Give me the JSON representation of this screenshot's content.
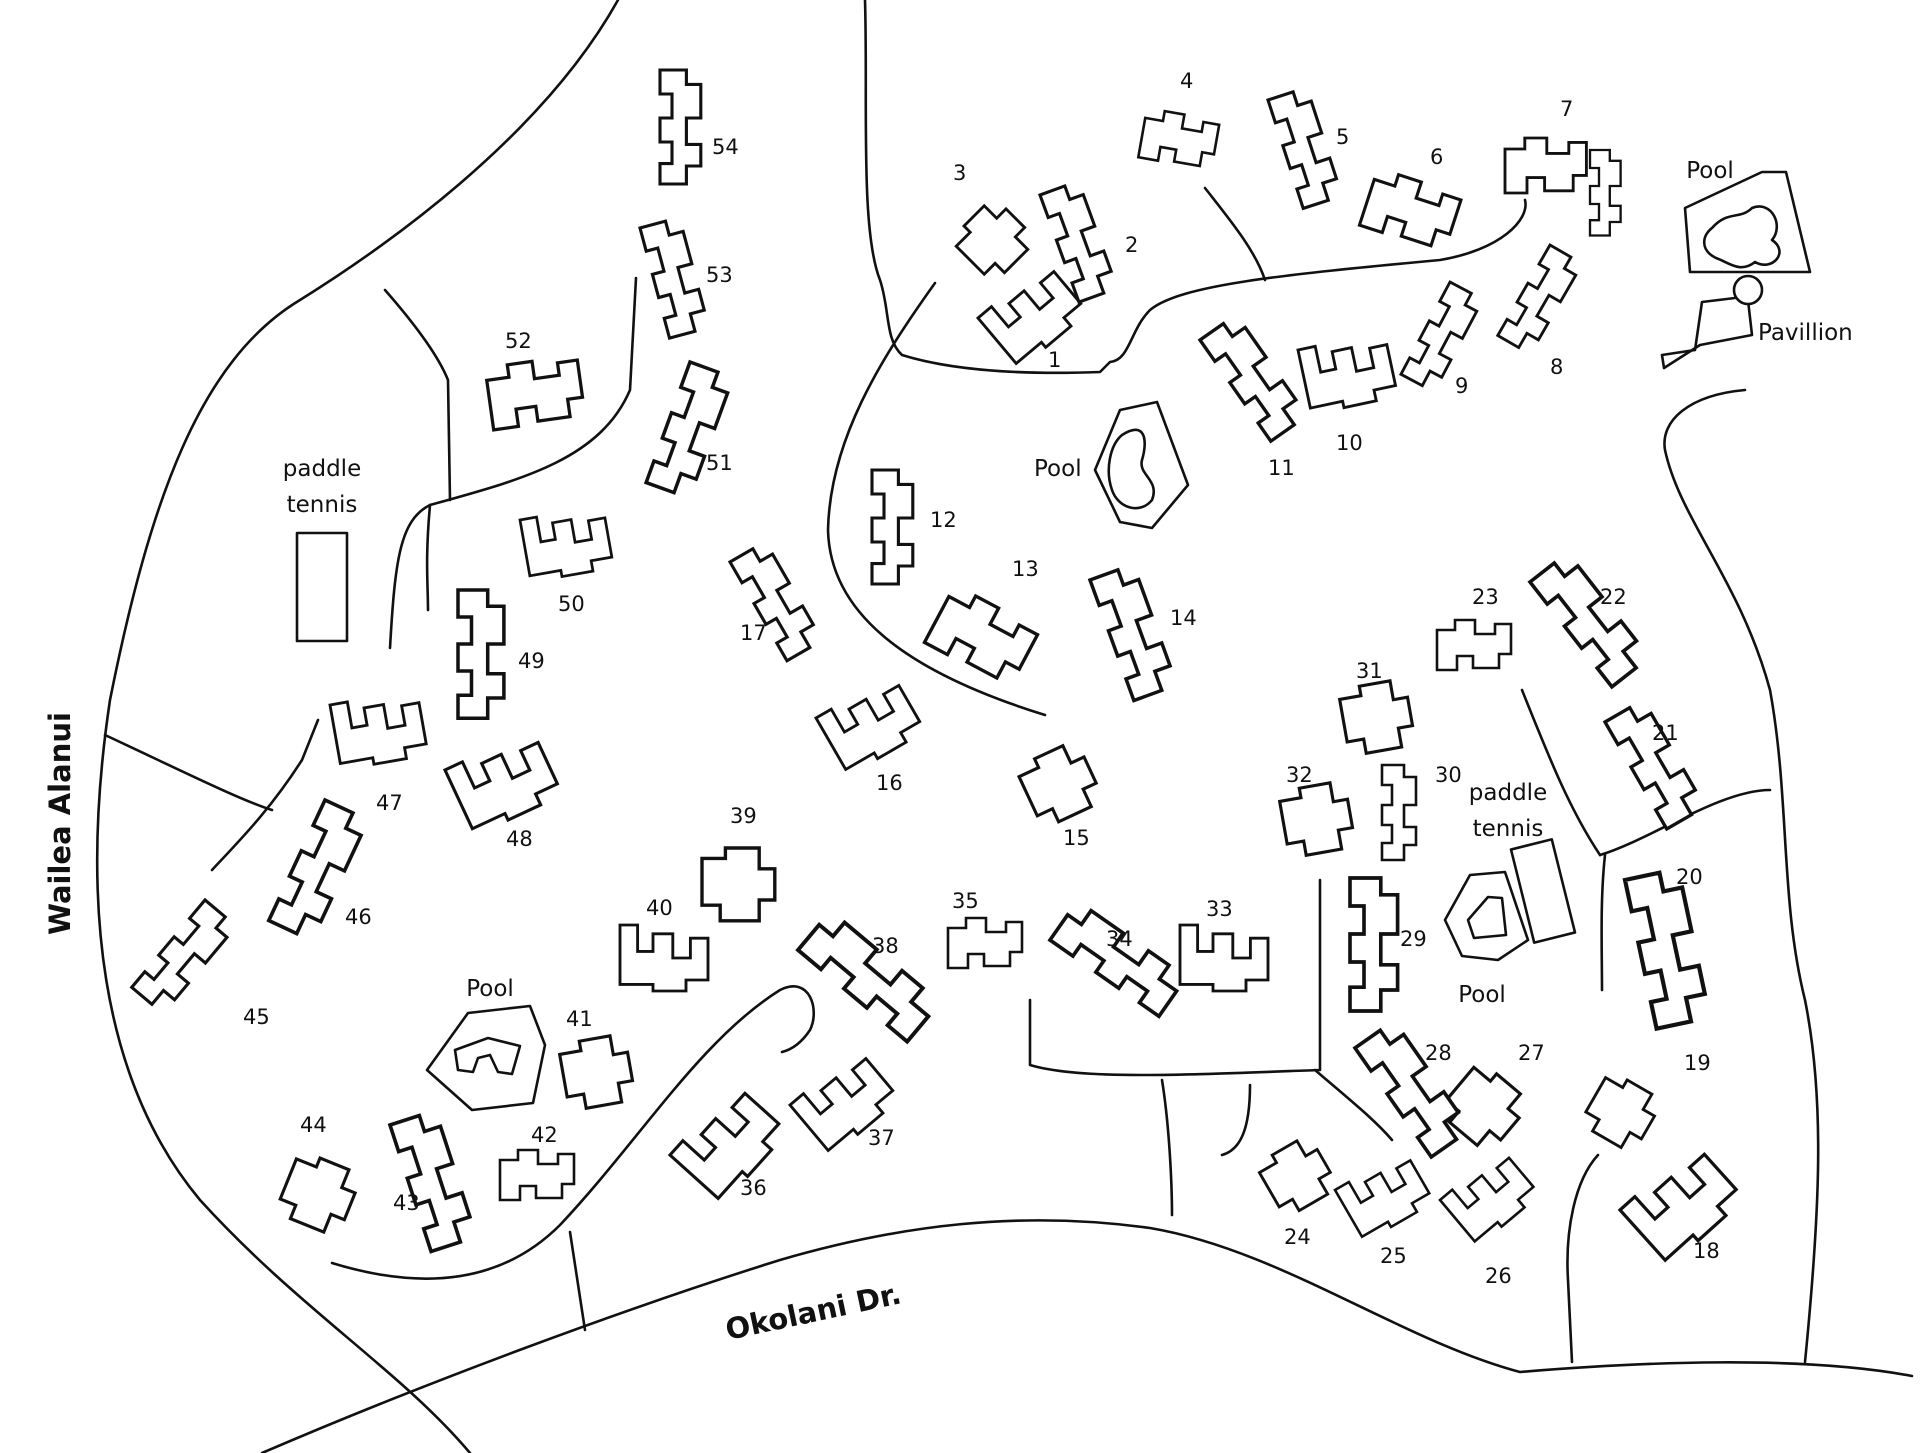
{
  "streets": {
    "wailea_alanui": "Wailea Alanui",
    "okolani_dr": "Okolani Dr."
  },
  "amenities": {
    "pool_label": "Pool",
    "pavillion_label": "Pavillion",
    "paddle_label": "paddle",
    "tennis_label": "tennis"
  },
  "buildings": [
    "1",
    "2",
    "3",
    "4",
    "5",
    "6",
    "7",
    "8",
    "9",
    "10",
    "11",
    "12",
    "13",
    "14",
    "15",
    "16",
    "17",
    "18",
    "19",
    "20",
    "21",
    "22",
    "23",
    "24",
    "25",
    "26",
    "27",
    "28",
    "29",
    "30",
    "31",
    "32",
    "33",
    "34",
    "35",
    "36",
    "37",
    "38",
    "39",
    "40",
    "41",
    "42",
    "43",
    "44",
    "45",
    "46",
    "47",
    "48",
    "49",
    "50",
    "51",
    "52",
    "53",
    "54"
  ],
  "colors": {
    "ink": "#111111",
    "paper": "#ffffff"
  }
}
